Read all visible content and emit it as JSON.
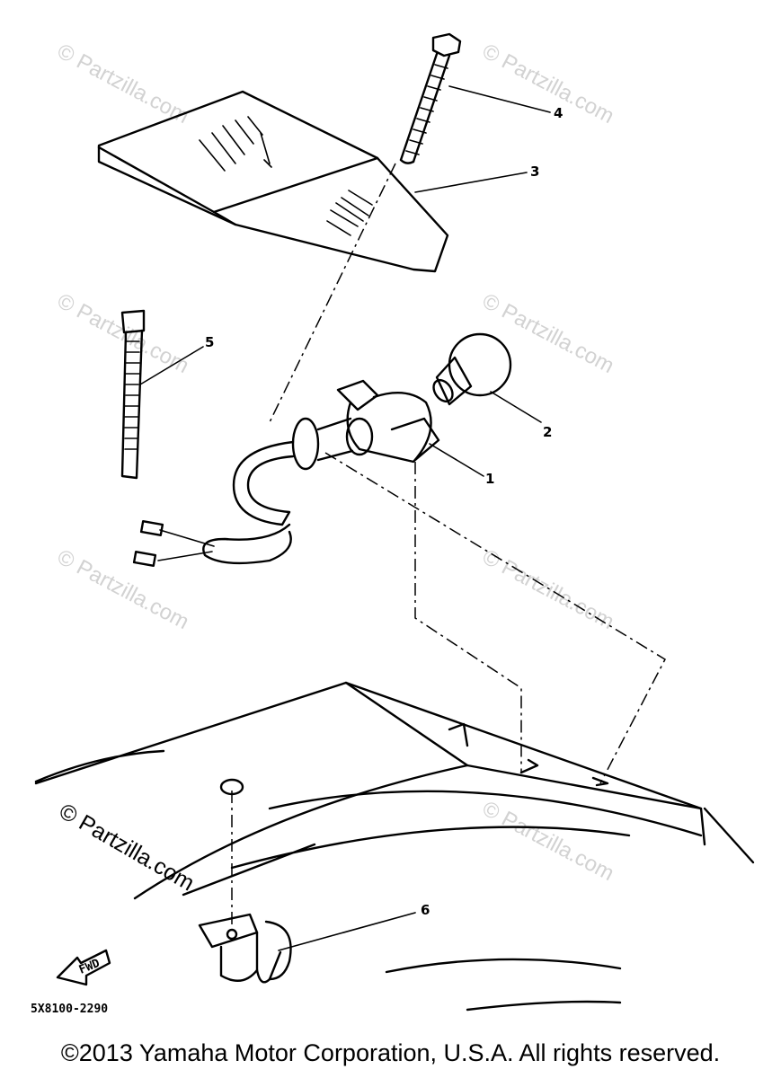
{
  "diagram": {
    "callouts": [
      "1",
      "2",
      "3",
      "4",
      "5",
      "6"
    ],
    "part_code": "5X8100-2290",
    "fwd_label": "FWD"
  },
  "watermark": {
    "text": "© Partzilla.com"
  },
  "footer": {
    "copyright": "©2013 Yamaha Motor Corporation, U.S.A. All rights reserved."
  }
}
